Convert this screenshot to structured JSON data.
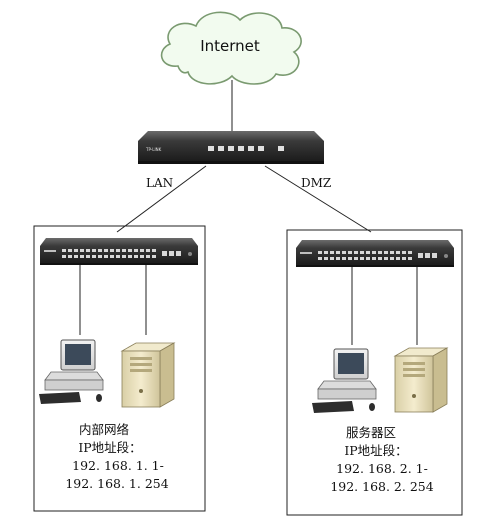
{
  "cloud": {
    "label": "Internet"
  },
  "router": {
    "brand": "TP-LINK"
  },
  "links": {
    "lan_label": "LAN",
    "dmz_label": "DMZ"
  },
  "zones": {
    "internal": {
      "name": "内部网络",
      "ip_heading": "IP地址段：",
      "ip_start": "192. 168. 1. 1-",
      "ip_end": "192. 168. 1. 254"
    },
    "dmz": {
      "name": "服务器区",
      "ip_heading": "IP地址段：",
      "ip_start": "192. 168. 2. 1-",
      "ip_end": "192. 168. 2. 254"
    }
  },
  "icons": {
    "cloud": "cloud-icon",
    "router": "router-icon",
    "switch": "switch-icon",
    "pc": "desktop-pc-icon",
    "server": "tower-server-icon"
  },
  "colors": {
    "device_body": "#2b2b2b",
    "zone_border": "#222222",
    "link_line": "#222222",
    "cloud_fill": "#f2fbef",
    "cloud_stroke": "#7a9a70",
    "server_body": "#ece3bf"
  }
}
